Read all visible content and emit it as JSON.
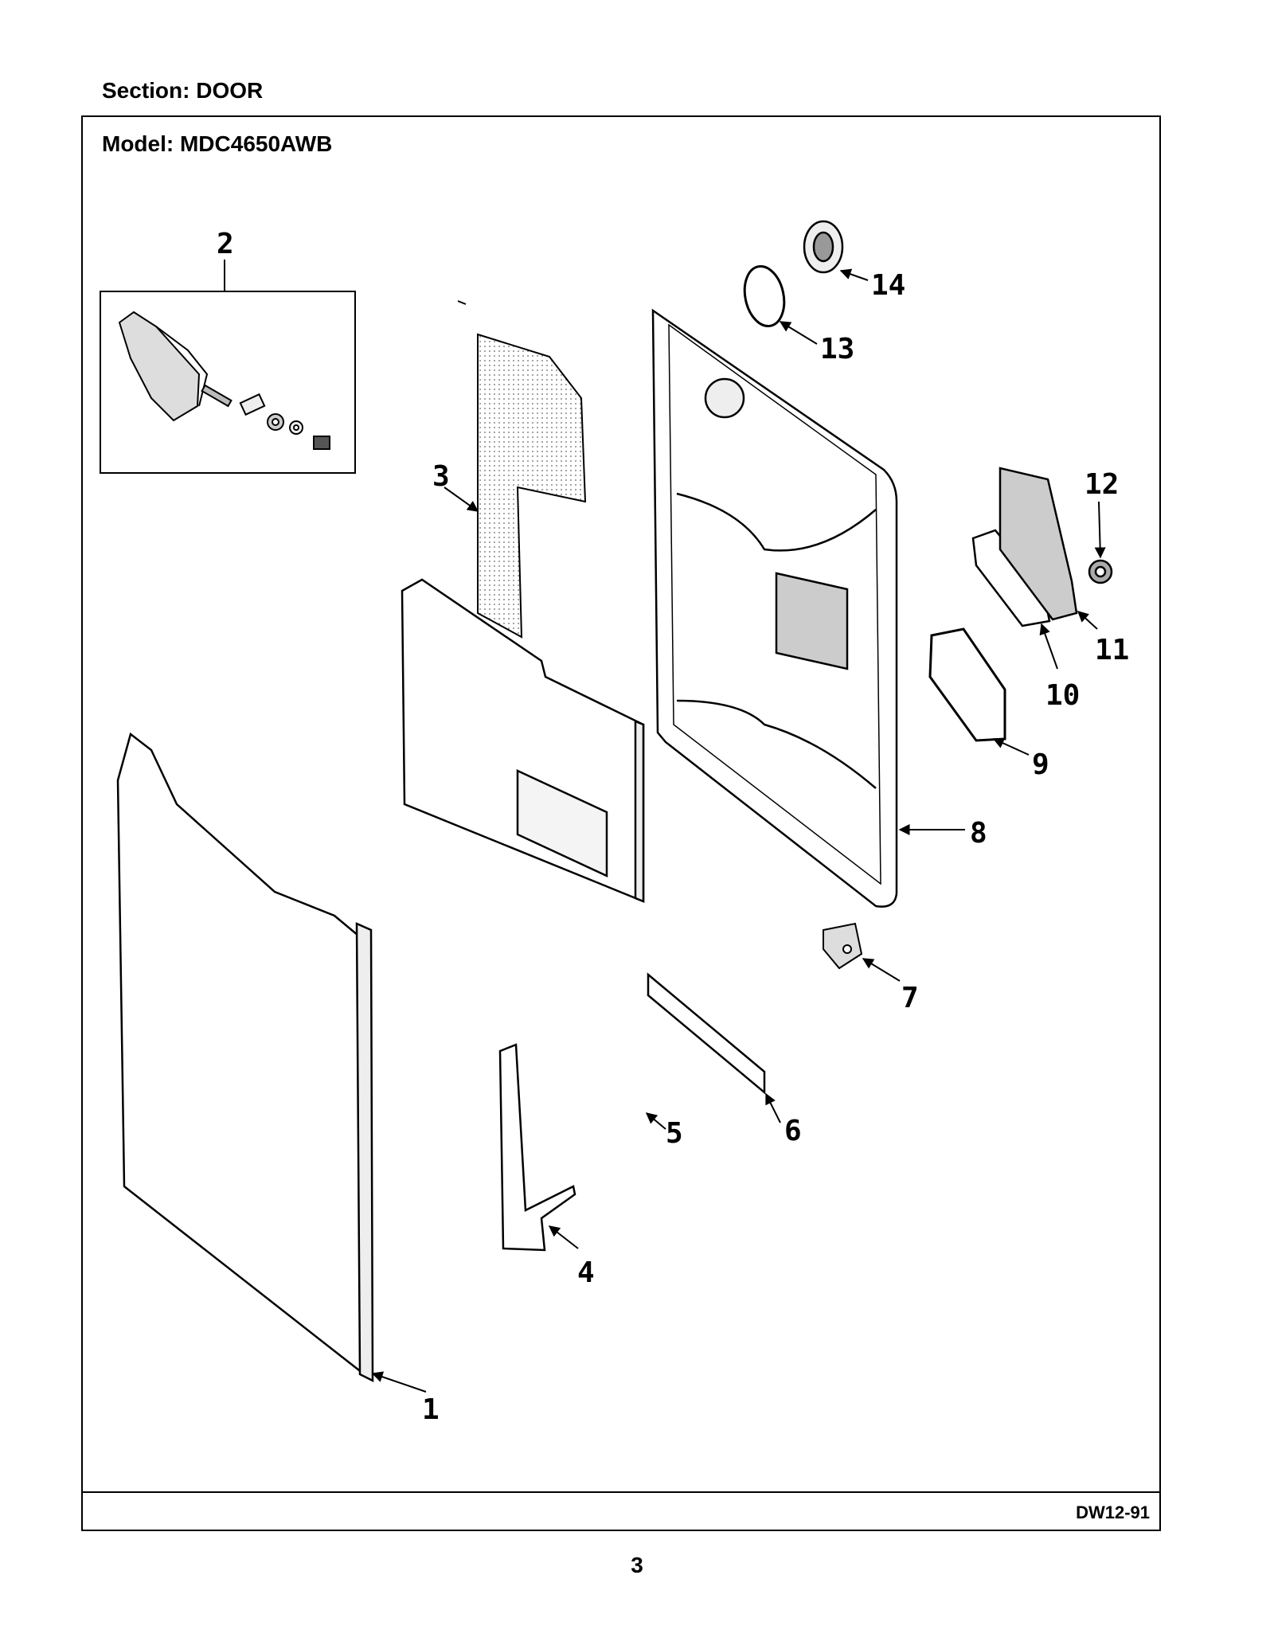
{
  "section_title": "Section:  DOOR",
  "model_title": "Model:  MDC4650AWB",
  "diagram_code": "DW12-91",
  "page_number": "3",
  "callouts": [
    "1",
    "2",
    "3",
    "4",
    "5",
    "6",
    "7",
    "8",
    "9",
    "10",
    "11",
    "12",
    "13",
    "14"
  ]
}
